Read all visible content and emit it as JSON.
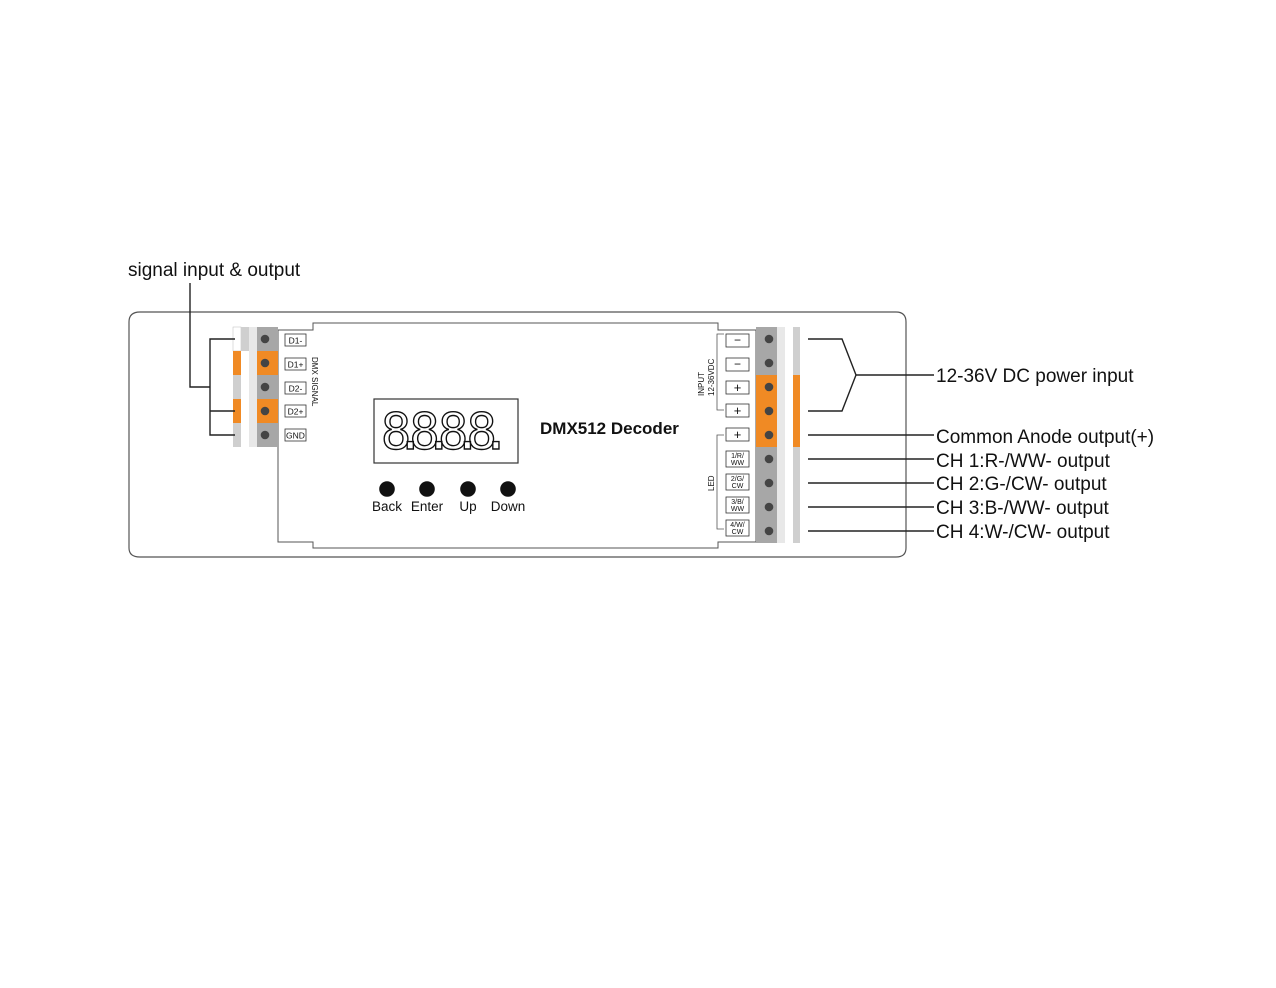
{
  "callouts": {
    "signal": "signal input & output",
    "power": "12-36V DC power input",
    "anode": "Common Anode output(+)",
    "ch1": "CH 1:R-/WW- output",
    "ch2": "CH 2:G-/CW- output",
    "ch3": "CH 3:B-/WW- output",
    "ch4": "CH 4:W-/CW- output"
  },
  "device": {
    "title": "DMX512 Decoder",
    "display": "8.8.8.8.",
    "buttons": [
      "Back",
      "Enter",
      "Up",
      "Down"
    ]
  },
  "left_terminal": {
    "group_label": "DMX SIGNAL",
    "pins": [
      "D1-",
      "D1+",
      "D2-",
      "D2+",
      "GND"
    ]
  },
  "right_terminal": {
    "input_label_1": "INPUT",
    "input_label_2": "12-36VDC",
    "led_label": "LED",
    "power_pins": [
      "−",
      "−",
      "+",
      "+"
    ],
    "anode_pin": "+",
    "channel_pins": [
      {
        "line1": "1/R/",
        "line2": "WW"
      },
      {
        "line1": "2/G/",
        "line2": "CW"
      },
      {
        "line1": "3/B/",
        "line2": "WW"
      },
      {
        "line1": "4/W/",
        "line2": "CW"
      }
    ]
  },
  "colors": {
    "orange": "#f08a24",
    "gray": "#a7a7a7",
    "light_gray": "#d9d9d9",
    "outline": "#333333"
  }
}
